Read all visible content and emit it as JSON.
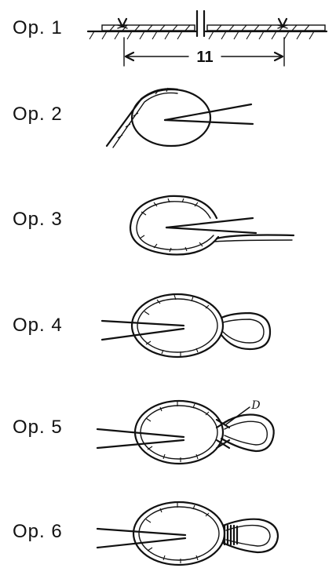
{
  "steps": [
    {
      "label": "Op. 1"
    },
    {
      "label": "Op. 2"
    },
    {
      "label": "Op. 3"
    },
    {
      "label": "Op. 4"
    },
    {
      "label": "Op. 5"
    },
    {
      "label": "Op. 6"
    }
  ],
  "dimension": "11",
  "marker": "D"
}
